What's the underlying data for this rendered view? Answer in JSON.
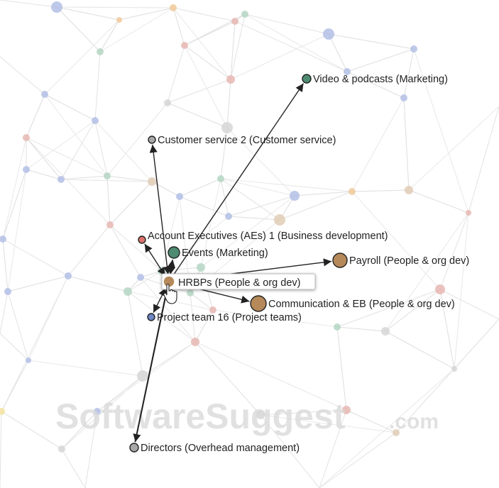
{
  "graph": {
    "selected_node": {
      "id": "hrbps",
      "label": "HRBPs  (People & org dev)",
      "color": "#b5895a"
    },
    "connected_nodes": [
      {
        "id": "video",
        "label": "Video & podcasts (Marketing)",
        "color": "#4e8c72"
      },
      {
        "id": "cs2",
        "label": "Customer service 2 (Customer service)",
        "color": "#a8a8a8"
      },
      {
        "id": "ae1",
        "label": "Account Executives (AEs) 1 (Business development)",
        "color": "#d9736b"
      },
      {
        "id": "events",
        "label": "Events (Marketing)",
        "color": "#4e8c72"
      },
      {
        "id": "payroll",
        "label": "Payroll  (People & org dev)",
        "color": "#b5895a"
      },
      {
        "id": "comm",
        "label": "Communication & EB (People & org dev)",
        "color": "#b5895a"
      },
      {
        "id": "pt16",
        "label": "Project team 16 (Project teams)",
        "color": "#6f86c4"
      },
      {
        "id": "directors",
        "label": "Directors (Overhead management)",
        "color": "#a8a8a8"
      }
    ],
    "background_colors": [
      "#b3bfe6",
      "#e8b7b3",
      "#b5d6c3",
      "#e0cdb5",
      "#f1c99a",
      "#d6d6d6",
      "#f3e3a0"
    ],
    "edge_color": "#222222",
    "cursor_icon": "hand-pointer-icon"
  },
  "watermark": {
    "main": "SoftwareSuggest",
    "suffix": ".com"
  }
}
